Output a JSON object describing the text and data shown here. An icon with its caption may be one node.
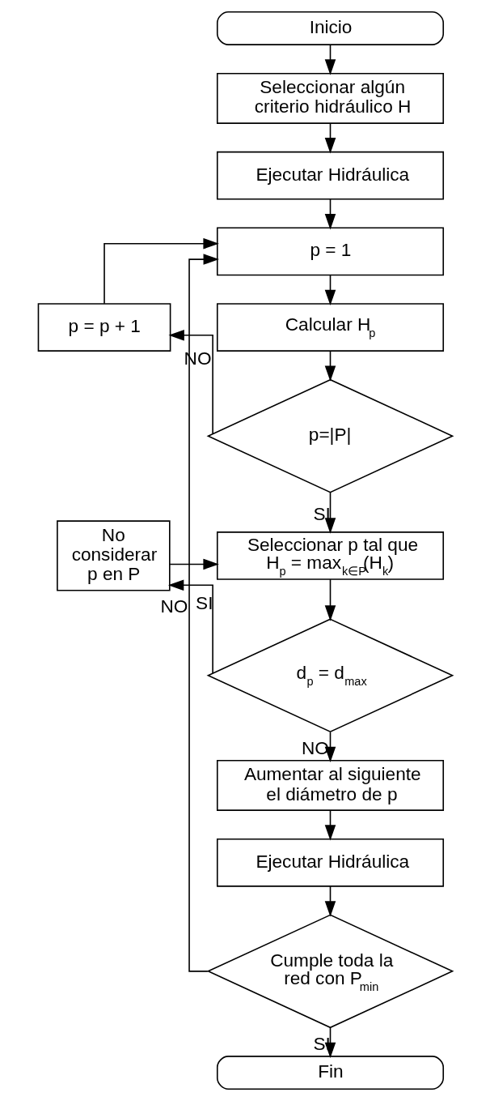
{
  "diagram": {
    "nodes": [
      {
        "text": [
          "Inicio"
        ]
      },
      {
        "text": [
          "Seleccionar algún criterio hidráulico H"
        ]
      },
      {
        "text": [
          "Ejecutar Hidráulica"
        ]
      },
      {
        "text": [
          "p = 1"
        ]
      },
      {
        "text": [
          "p = p + 1"
        ]
      },
      {
        "text": [
          "Calcular H$_{p}$"
        ]
      },
      {
        "text": [
          "p=|P|"
        ]
      },
      {
        "text": [
          "Seleccionar p tal que H$_{p}$ = max$_{k∈P}$(H$_{k}$)"
        ]
      },
      {
        "text": [
          "No considerar p en P"
        ]
      },
      {
        "text": [
          "d$_{p}$ = d$_{max}$"
        ]
      },
      {
        "text": [
          "Aumentar al siguiente el diámetro de p"
        ]
      },
      {
        "text": [
          "Ejecutar Hidráulica"
        ]
      },
      {
        "text": [
          "Cumple toda la red con P$_{min}$"
        ]
      },
      {
        "text": [
          "Fin"
        ]
      }
    ],
    "edges": [
      {
        "from": 0,
        "to": 1,
        "arrow": "to"
      },
      {
        "from": 1,
        "to": 2,
        "arrow": "to"
      },
      {
        "from": 2,
        "to": 3,
        "arrow": "to"
      },
      {
        "from": 3,
        "to": 5,
        "arrow": "to"
      },
      {
        "from": 5,
        "to": 6,
        "arrow": "to"
      },
      {
        "from": 6,
        "to": 4,
        "arrow": "to",
        "label": "NO"
      },
      {
        "from": 4,
        "to": 3,
        "arrow": "to"
      },
      {
        "from": 6,
        "to": 7,
        "arrow": "to",
        "label": "SI"
      },
      {
        "from": 7,
        "to": 9,
        "arrow": "to"
      },
      {
        "from": 9,
        "to": 8,
        "arrow": "to",
        "label": "SI"
      },
      {
        "from": 8,
        "to": 7,
        "arrow": "to"
      },
      {
        "from": 9,
        "to": 10,
        "arrow": "to",
        "label": "NO"
      },
      {
        "from": 10,
        "to": 11,
        "arrow": "to"
      },
      {
        "from": 11,
        "to": 12,
        "arrow": "to"
      },
      {
        "from": 12,
        "to": 3,
        "arrow": "to",
        "label": "NO"
      },
      {
        "from": 12,
        "to": 13,
        "arrow": "to",
        "label": "SI"
      }
    ]
  }
}
